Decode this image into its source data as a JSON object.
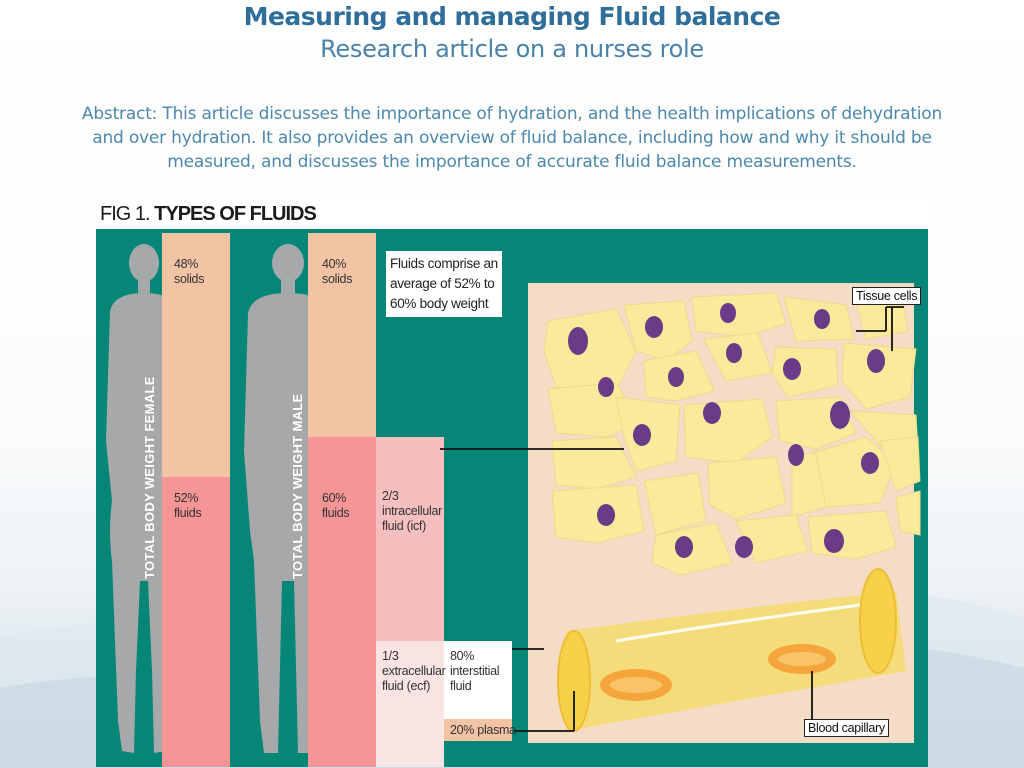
{
  "slide": {
    "title": "Measuring and managing Fluid balance",
    "subtitle": "Research article on a nurses role",
    "abstract": "Abstract: This article discusses the importance of hydration, and the health implications of dehydration and over hydration. It also provides an overview of fluid balance, including how and why it should be measured, and discusses the importance of accurate fluid balance measurements."
  },
  "figure": {
    "fig_number": "FIG 1.",
    "fig_title": "TYPES OF FLUIDS",
    "female": {
      "vertical_label": "TOTAL BODY WEIGHT FEMALE",
      "solids_label": "48%\nsolids",
      "fluids_label": "52%\nfluids",
      "solids_percent": 48,
      "fluids_percent": 52
    },
    "male": {
      "vertical_label": "TOTAL BODY WEIGHT MALE",
      "solids_label": "40%\nsolids",
      "fluids_label": "60%\nfluids",
      "solids_percent": 40,
      "fluids_percent": 60
    },
    "icf_label": "2/3\nintracellular\nfluid (icf)",
    "ecf_label": "1/3\nextracellular\nfluid (ecf)",
    "interstitial_label": "80%\ninterstitial\nfluid",
    "plasma_label": "20% plasma",
    "callout": "Fluids comprise an\naverage of 52% to\n60% body weight",
    "tissue_cells_label": "Tissue cells",
    "blood_capillary_label": "Blood capillary"
  },
  "colors": {
    "background_teal": "#058677",
    "solids": "#f2c4a4",
    "fluids": "#f59596",
    "icf": "#f5bfbf",
    "ecf": "#fae3e3",
    "tissue_panel": "#f4dcc6",
    "cell": "#faea9c",
    "nucleus": "#6a3b86",
    "capillary": "#f5dc6c",
    "silhouette": "#a6a8aa",
    "title_blue": "#2f6e9a"
  }
}
